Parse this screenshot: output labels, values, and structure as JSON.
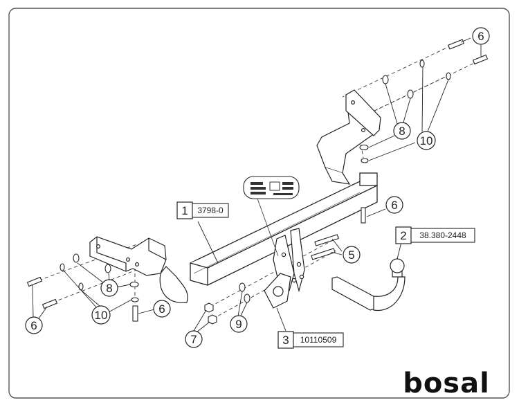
{
  "brand": {
    "logo_text": "bosal"
  },
  "parts": [
    {
      "num": "1",
      "code": "3798-0"
    },
    {
      "num": "2",
      "code": "38.380-2448"
    },
    {
      "num": "3",
      "code": "10110509"
    }
  ],
  "callouts": {
    "c5": "5",
    "c6": "6",
    "c7": "7",
    "c8": "8",
    "c9": "9",
    "c10": "10"
  }
}
